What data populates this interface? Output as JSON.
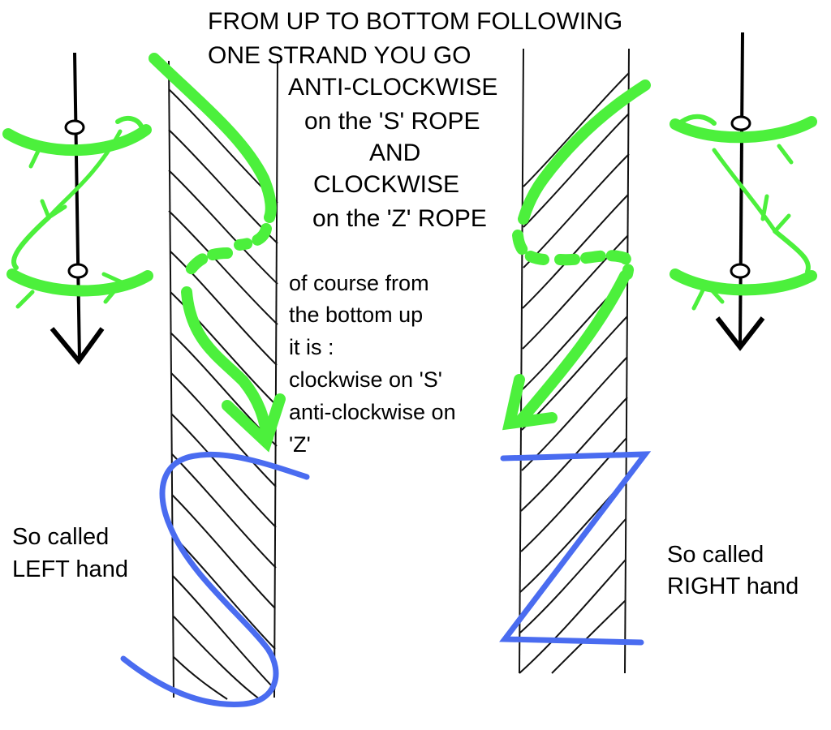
{
  "heading": {
    "line1": "FROM UP TO BOTTOM FOLLOWING",
    "line2": "ONE STRAND YOU GO",
    "line3": "ANTI-CLOCKWISE",
    "line4": "on the 'S' ROPE",
    "line5": "AND",
    "line6": "CLOCKWISE",
    "line7": "on the 'Z' ROPE"
  },
  "note": {
    "line1": "of course from",
    "line2": "the bottom up",
    "line3": "it is :",
    "line4": "clockwise on 'S'",
    "line5": "anti-clockwise on",
    "line6": "'Z'"
  },
  "left_label": {
    "line1": "So called",
    "line2": "LEFT hand"
  },
  "right_label": {
    "line1": "So called",
    "line2": "RIGHT hand"
  },
  "colors": {
    "strand_highlight": "#4cf03c",
    "letter_shape": "#4a6cf0",
    "ink": "#000000"
  },
  "letters": {
    "left_rope": "S",
    "right_rope": "Z"
  }
}
